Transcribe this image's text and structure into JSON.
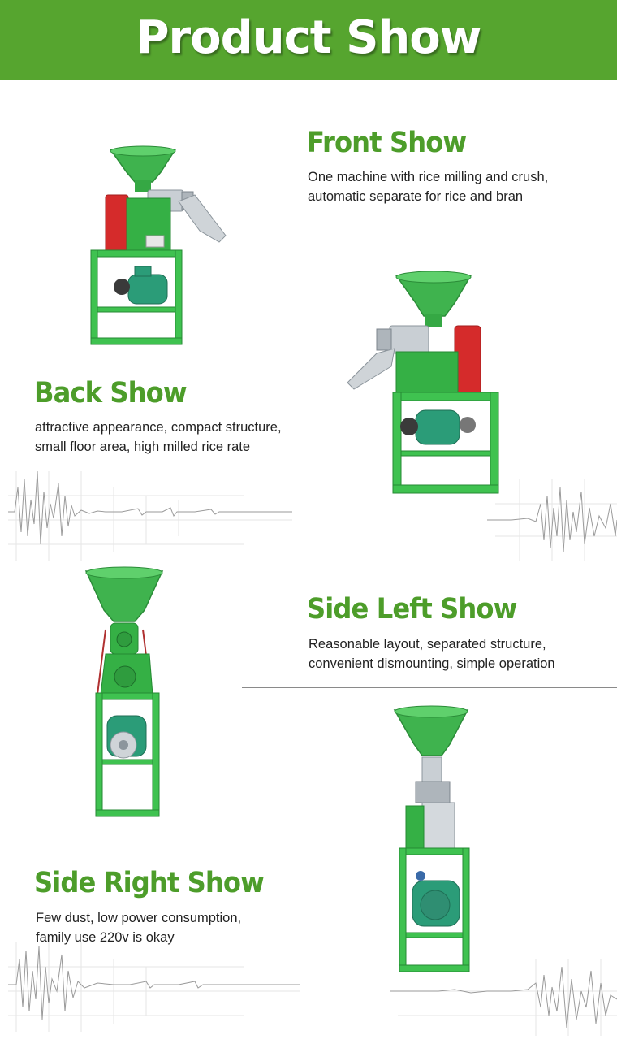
{
  "banner": {
    "title": "Product Show",
    "color": "#56a52f"
  },
  "sections": {
    "front": {
      "title": "Front Show",
      "lines": [
        "One machine with rice milling and crush,",
        "automatic separate for rice and bran"
      ]
    },
    "back": {
      "title": "Back Show",
      "lines": [
        "attractive appearance, compact structure,",
        "small floor area, high milled rice rate"
      ]
    },
    "side_left": {
      "title": "Side Left Show",
      "lines": [
        "Reasonable layout, separated structure,",
        "convenient dismounting, simple operation"
      ]
    },
    "side_right": {
      "title": "Side Right Show",
      "lines": [
        "Few dust, low power consumption,",
        "family use 220v is okay"
      ]
    }
  },
  "colors": {
    "title_green": "#4d9d2a",
    "machine_green": "#33b24a",
    "machine_red": "#d52b2b"
  }
}
